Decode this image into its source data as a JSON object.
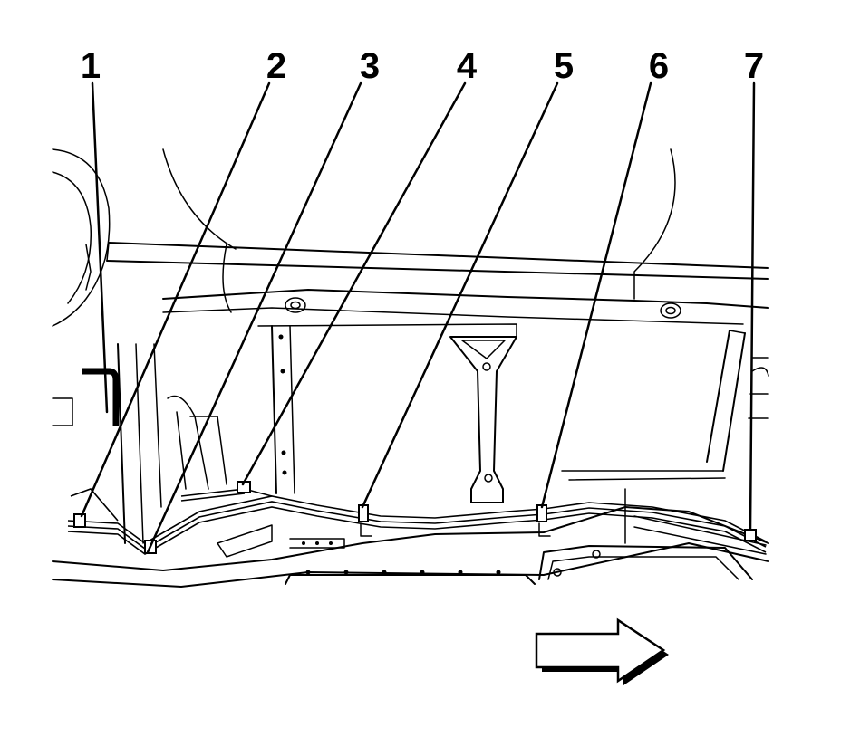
{
  "callouts": [
    {
      "id": "1",
      "label": "1"
    },
    {
      "id": "2",
      "label": "2"
    },
    {
      "id": "3",
      "label": "3"
    },
    {
      "id": "4",
      "label": "4"
    },
    {
      "id": "5",
      "label": "5"
    },
    {
      "id": "6",
      "label": "6"
    },
    {
      "id": "7",
      "label": "7"
    }
  ],
  "direction_arrow": {
    "icon": "right-arrow-icon",
    "points_to": "right"
  },
  "colors": {
    "line": "#000000",
    "background": "#ffffff"
  }
}
